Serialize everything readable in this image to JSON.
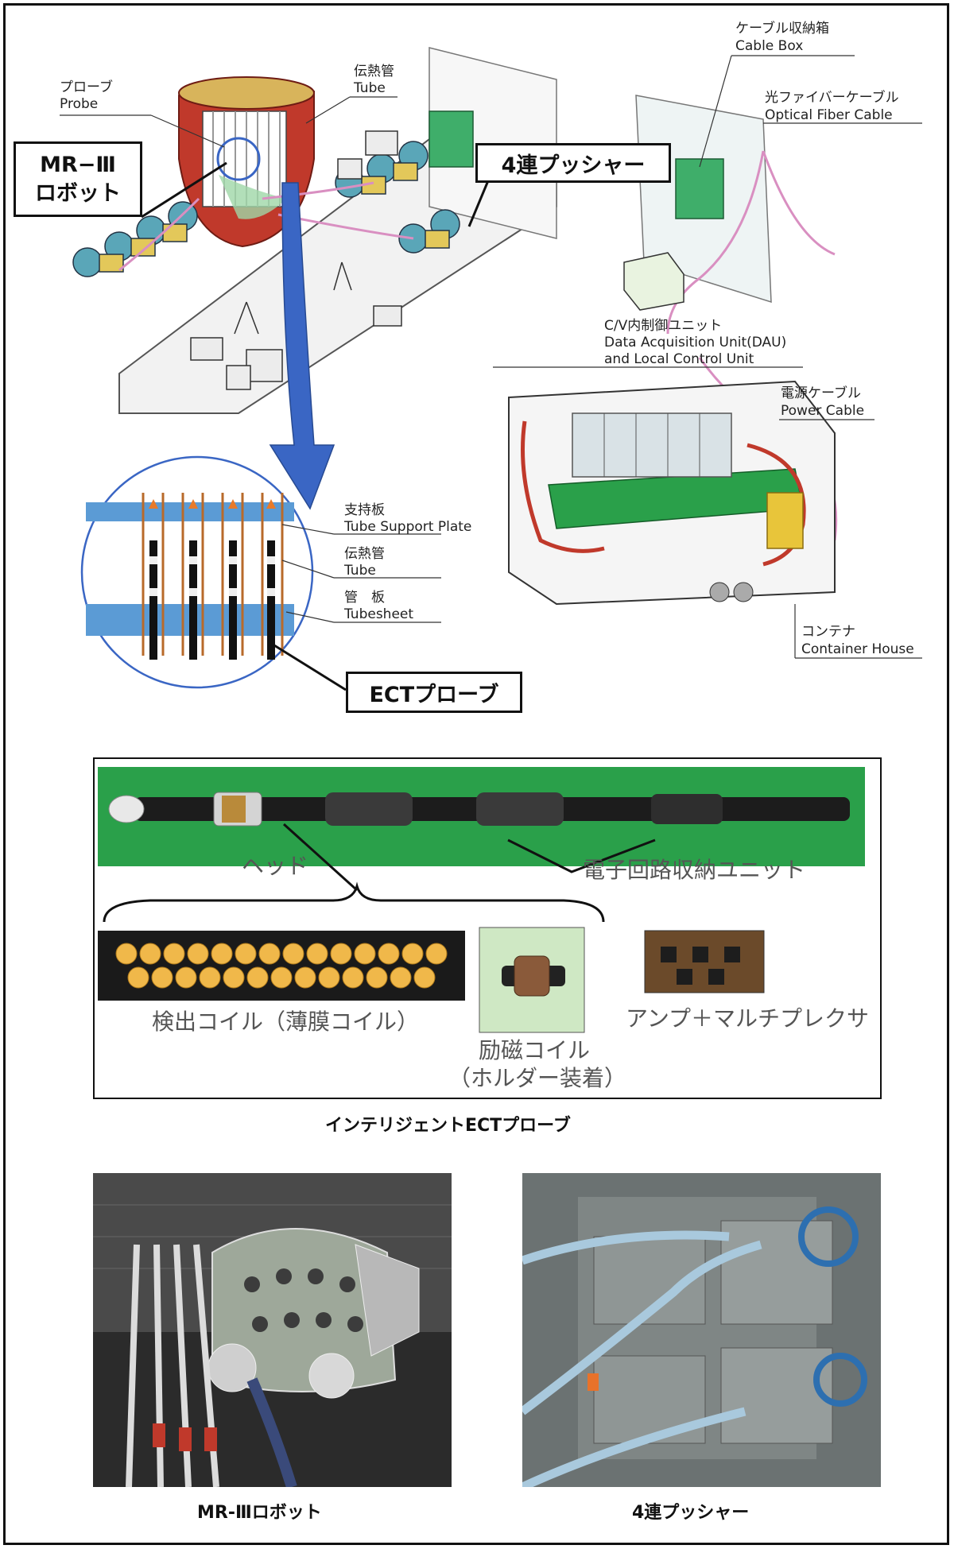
{
  "top_diagram": {
    "labels": {
      "probe_jp": "プローブ",
      "probe_en": "Probe",
      "tube_jp": "伝熱管",
      "tube_en": "Tube",
      "cable_box_jp": "ケーブル収納箱",
      "cable_box_en": "Cable Box",
      "optical_jp": "光ファイバーケーブル",
      "optical_en": "Optical Fiber Cable",
      "dau_jp": "C/V内制御ユニット",
      "dau_en1": "Data Acquisition Unit(DAU)",
      "dau_en2": "and Local Control Unit",
      "power_jp": "電源ケーブル",
      "power_en": "Power Cable",
      "container_jp": "コンテナ",
      "container_en": "Container House",
      "support_jp": "支持板",
      "support_en": "Tube Support Plate",
      "tube2_jp": "伝熱管",
      "tube2_en": "Tube",
      "tubesheet_jp": "管　板",
      "tubesheet_en": "Tubesheet"
    },
    "callouts": {
      "robot_line1": "MR−Ⅲ",
      "robot_line2": "ロボット",
      "pusher": "4連プッシャー",
      "ect_probe": "ECTプローブ"
    }
  },
  "ect_panel": {
    "head": "ヘッド",
    "electronics": "電子回路収納ユニット",
    "detect_coil": "検出コイル（薄膜コイル）",
    "excite_coil_1": "励磁コイル",
    "excite_coil_2": "（ホルダー装着）",
    "amp_mux": "アンプ＋マルチプレクサ",
    "caption": "インテリジェントECTプローブ"
  },
  "photos": {
    "robot_caption": "MR-Ⅲロボット",
    "pusher_caption": "4連プッシャー"
  },
  "colors": {
    "sg_red": "#c0392b",
    "unit_green": "#3fae6a",
    "arrow_blue": "#3a66c4",
    "support_blue": "#5b9bd5",
    "cable_pink": "#d98fc1",
    "probe_green": "#2aa04a"
  }
}
